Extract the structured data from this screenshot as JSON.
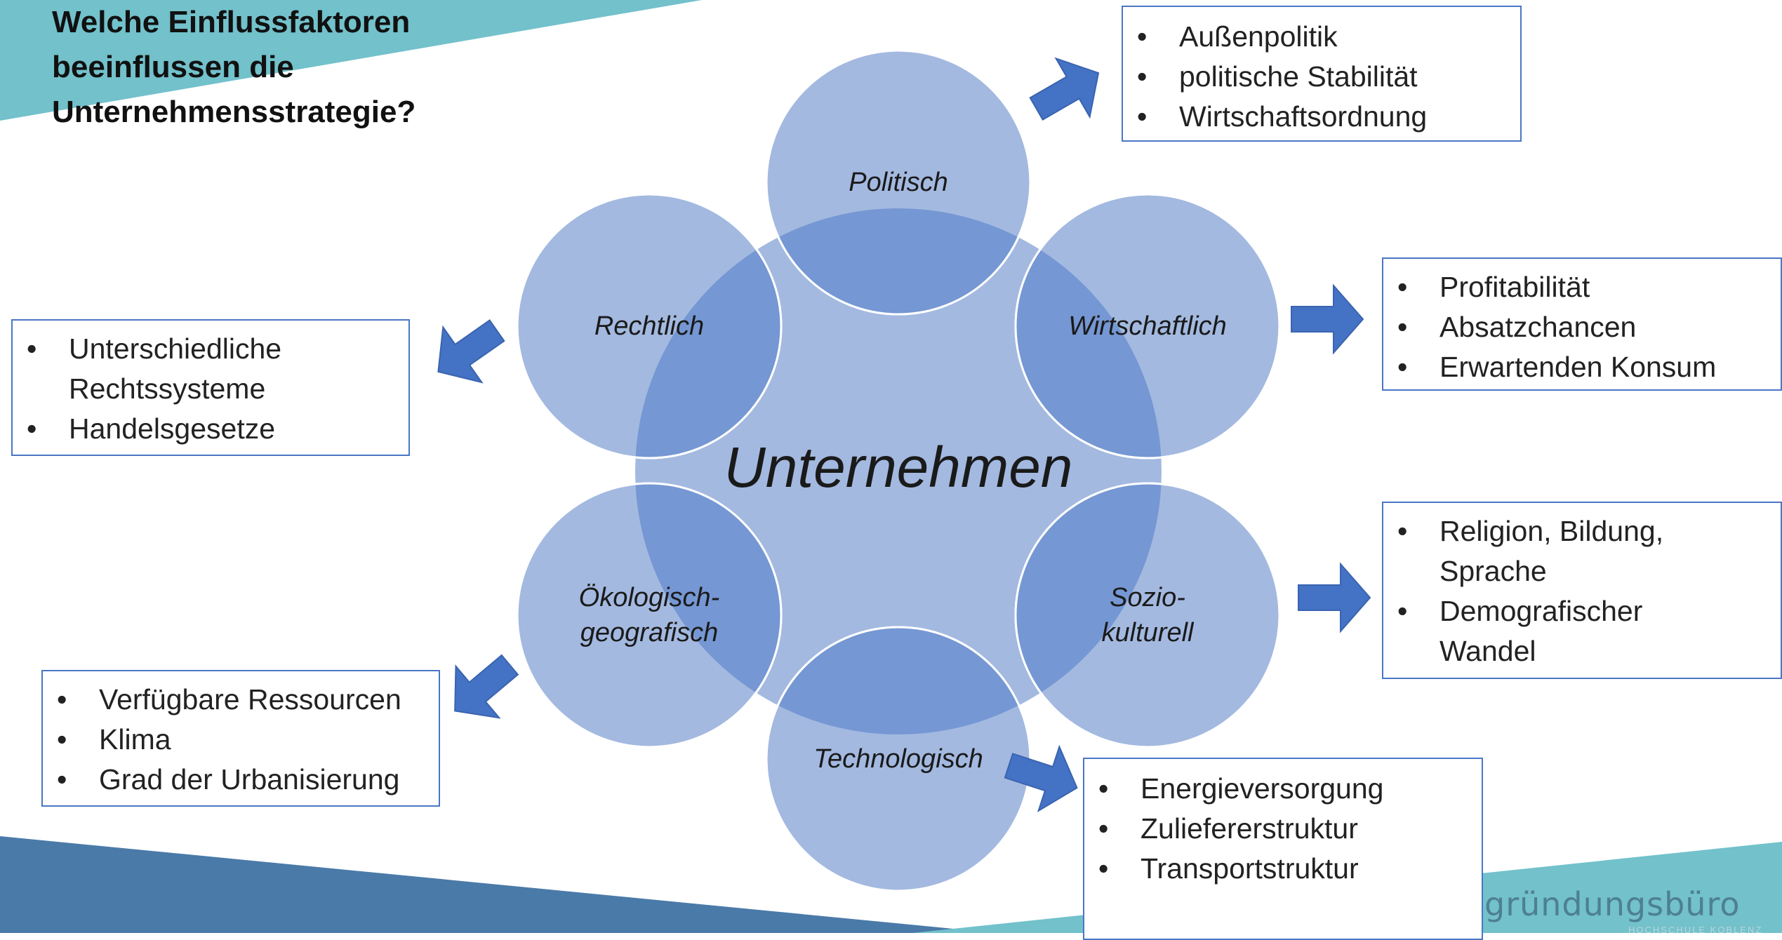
{
  "title": "Welche Einflussfaktoren\nbeeinflussen die\nUnternehmensstrategie?",
  "center_label": "Unternehmen",
  "factors": {
    "politisch": "Politisch",
    "wirtschaftlich": "Wirtschaftlich",
    "soziokulturell_1": "Sozio-",
    "soziokulturell_2": "kulturell",
    "technologisch": "Technologisch",
    "oekologisch_1": "Ökologisch-",
    "oekologisch_2": "geografisch",
    "rechtlich": "Rechtlich"
  },
  "boxes": {
    "politisch": [
      "Außenpolitik",
      "politische Stabilität",
      "Wirtschaftsordnung"
    ],
    "wirtschaftlich": [
      "Profitabilität",
      "Absatzchancen",
      "Erwartenden Konsum"
    ],
    "soziokulturell": [
      "Religion, Bildung,\nSprache",
      "Demografischer\nWandel"
    ],
    "technologisch": [
      "Energieversorgung",
      "Zuliefererstruktur",
      "Transportstruktur"
    ],
    "oekologisch": [
      "Verfügbare Ressourcen",
      "Klima",
      "Grad der Urbanisierung"
    ],
    "rechtlich": [
      "Unterschiedliche\nRechtssysteme",
      "Handelsgesetze"
    ]
  },
  "brand": {
    "name": "gründungsbüro",
    "sub": "HOCHSCHULE KOBLENZ"
  },
  "colors": {
    "circle_fill": "#a3b9e0",
    "overlap_fill": "#7597d3",
    "arrow": "#4472c4",
    "box_border": "#4a76c4",
    "teal": "#72c1cb",
    "steel_blue": "#4a7aa8"
  }
}
